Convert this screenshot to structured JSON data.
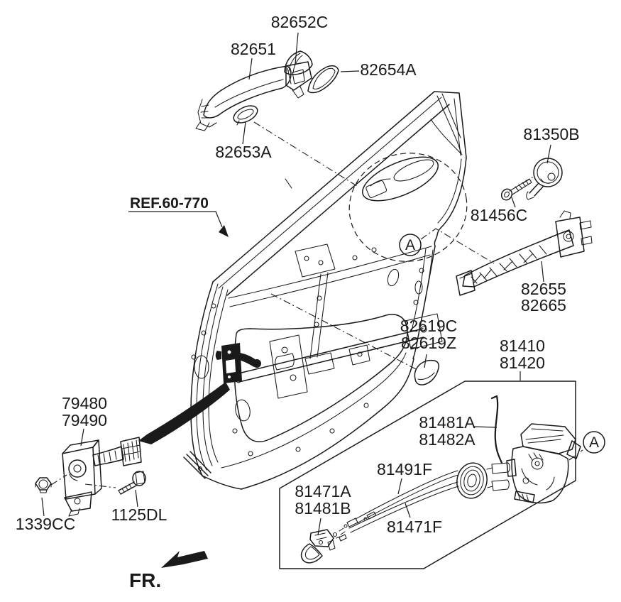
{
  "diagram": {
    "colors": {
      "ink": "#1a1a1a",
      "paper": "#ffffff"
    },
    "ref_callout": {
      "text": "REF.60-770"
    },
    "fr_indicator": {
      "text": "FR."
    },
    "detail_markers": {
      "a_upper": "A",
      "a_lower": "A"
    },
    "labels": {
      "l82652C": {
        "text": "82652C"
      },
      "l82651": {
        "text": "82651"
      },
      "l82654A": {
        "text": "82654A"
      },
      "l82653A": {
        "text": "82653A"
      },
      "l81350B": {
        "text": "81350B"
      },
      "l81456C": {
        "text": "81456C"
      },
      "l82655": {
        "line1": "82655",
        "line2": "82665"
      },
      "l82619": {
        "line1": "82619C",
        "line2": "82619Z"
      },
      "l81410": {
        "line1": "81410",
        "line2": "81420"
      },
      "l81481A": {
        "line1": "81481A",
        "line2": "81482A"
      },
      "l79480": {
        "line1": "79480",
        "line2": "79490"
      },
      "l81491F": {
        "text": "81491F"
      },
      "l81471A": {
        "line1": "81471A",
        "line2": "81481B"
      },
      "l81471F": {
        "text": "81471F"
      },
      "l1125DL": {
        "text": "1125DL"
      },
      "l1339CC": {
        "text": "1339CC"
      }
    }
  }
}
